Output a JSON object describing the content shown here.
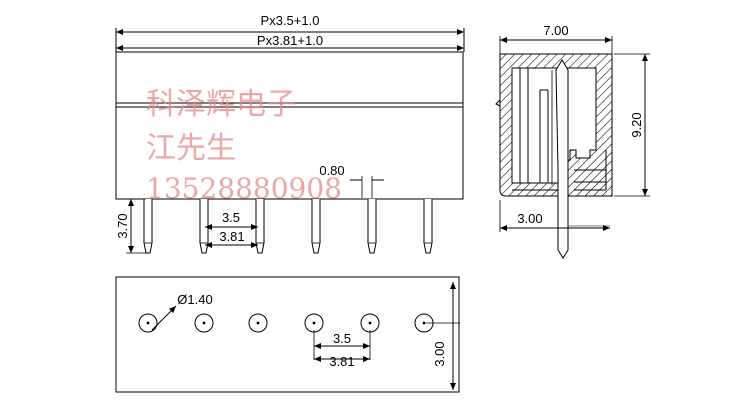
{
  "dimensions": {
    "total_length_35": "Px3.5+1.0",
    "total_length_381": "Px3.81+1.0",
    "side_width": "7.00",
    "side_height": "9.20",
    "pin_width": "0.80",
    "pin_length": "3.70",
    "pitch_35": "3.5",
    "pitch_381": "3.81",
    "side_pin_offset": "3.00",
    "hole_diameter": "Ø1.40",
    "bottom_pitch_35": "3.5",
    "bottom_pitch_381": "3.81",
    "bottom_row_offset": "3.00"
  },
  "watermark": {
    "line1": "科泽辉电子",
    "line2": "江先生",
    "line3": "13528880908"
  },
  "drawing": {
    "pin_count": 6,
    "hole_count": 6
  }
}
